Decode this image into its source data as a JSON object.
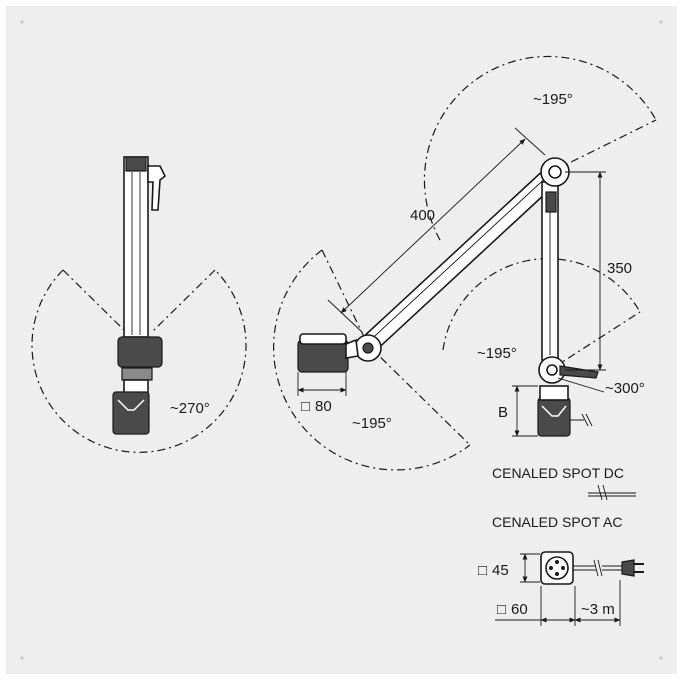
{
  "dimensions": {
    "arm_length": "400",
    "vertical_length": "350",
    "base_square": "80",
    "base_height": "B",
    "angle_top": "~195°",
    "angle_left_view": "~270°",
    "angle_lower_arm": "~195°",
    "angle_middle": "~195°",
    "angle_head": "~300°",
    "connector_square_45": "45",
    "connector_square_60": "60",
    "cable_length": "~3 m"
  },
  "models": {
    "dc_label": "CENALED SPOT DC",
    "ac_label": "CENALED SPOT AC"
  },
  "icons": {
    "square_symbol": "□"
  }
}
